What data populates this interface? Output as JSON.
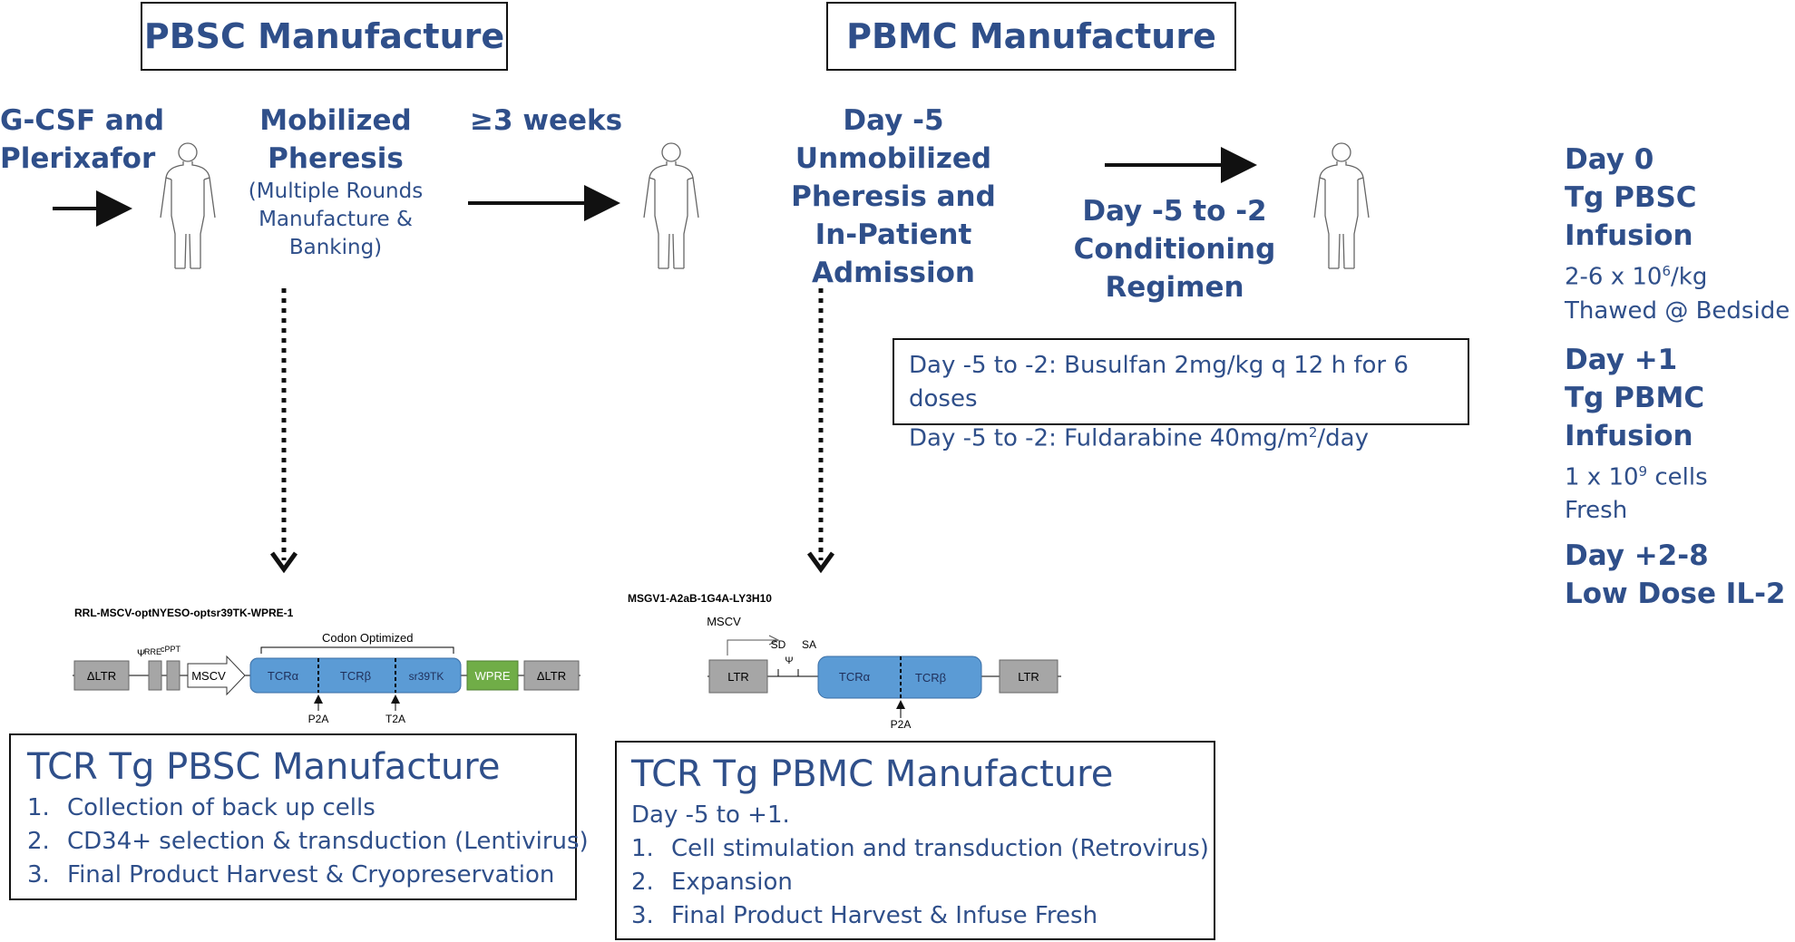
{
  "headers": {
    "pbsc": "PBSC Manufacture",
    "pbmc": "PBMC Manufacture"
  },
  "left": {
    "gcsf_line1": "G-CSF and",
    "gcsf_line2": "Plerixafor",
    "mobilized_line1": "Mobilized",
    "mobilized_line2": "Pheresis",
    "mobilized_note_line1": "(Multiple Rounds",
    "mobilized_note_line2": "Manufacture &",
    "mobilized_note_line3": "Banking)"
  },
  "middle": {
    "weeks": "≥3 weeks",
    "day_line1": "Day -5",
    "day_line2": "Unmobilized",
    "day_line3": "Pheresis and",
    "day_line4": "In-Patient Admission"
  },
  "conditioning": {
    "line1": "Day -5 to -2",
    "line2": "Conditioning",
    "line3": "Regimen"
  },
  "regimen_box": {
    "line1": "Day -5 to -2: Busulfan 2mg/kg q 12 h for 6 doses",
    "line2_prefix": "Day -5 to -2: Fuldarabine 40mg/m",
    "line2_sup": "2",
    "line2_suffix": "/day"
  },
  "schedule": {
    "day0_title": "Day 0",
    "day0_sub": "Tg PBSC Infusion",
    "day0_dose_prefix": "2-6 x 10",
    "day0_dose_sup": "6",
    "day0_dose_suffix": "/kg",
    "day0_note": "Thawed @ Bedside",
    "day1_title": "Day +1",
    "day1_sub": "Tg PBMC Infusion",
    "day1_dose_prefix": "1 x 10",
    "day1_dose_sup": "9",
    "day1_dose_suffix": " cells",
    "day1_note": "Fresh",
    "day28_title": "Day +2-8",
    "day28_sub": "Low Dose IL-2"
  },
  "vector_left": {
    "name": "RRL-MSCV-optNYESO-optsr39TK-WPRE-1",
    "codon": "Codon Optimized",
    "ltr_left": "ΔLTR",
    "psi": "Ψ",
    "rre": "RRE",
    "cppt": "cPPT",
    "mscv": "MSCV",
    "tcra": "TCRα",
    "tcrb": "TCRβ",
    "sr39tk": "sr39TK",
    "wpre": "WPRE",
    "ltr_right": "ΔLTR",
    "p2a": "P2A",
    "t2a": "T2A"
  },
  "vector_right": {
    "name": "MSGV1-A2aB-1G4A-LY3H10",
    "mscv": "MSCV",
    "sd": "SD",
    "sa": "SA",
    "psi": "Ψ",
    "ltr_left": "LTR",
    "tcra": "TCRα",
    "tcrb": "TCRβ",
    "ltr_right": "LTR",
    "p2a": "P2A"
  },
  "pbsc_box": {
    "title": "TCR Tg PBSC Manufacture",
    "items": [
      {
        "num": "1.",
        "text": "Collection of back up cells"
      },
      {
        "num": "2.",
        "text": "CD34+ selection & transduction (Lentivirus)"
      },
      {
        "num": "3.",
        "text": "Final Product Harvest & Cryopreservation"
      }
    ]
  },
  "pbmc_box": {
    "title": "TCR Tg PBMC Manufacture",
    "subtitle": "Day -5 to +1.",
    "items": [
      {
        "num": "1.",
        "text": "Cell stimulation and transduction (Retrovirus)"
      },
      {
        "num": "2.",
        "text": "Expansion"
      },
      {
        "num": "3.",
        "text": "Final Product Harvest & Infuse Fresh"
      }
    ]
  },
  "colors": {
    "title_blue": "#2f4f8a",
    "gene_blue": "#5b9bd5",
    "wpre_green": "#70ad47",
    "ltr_gray": "#a6a6a6"
  }
}
